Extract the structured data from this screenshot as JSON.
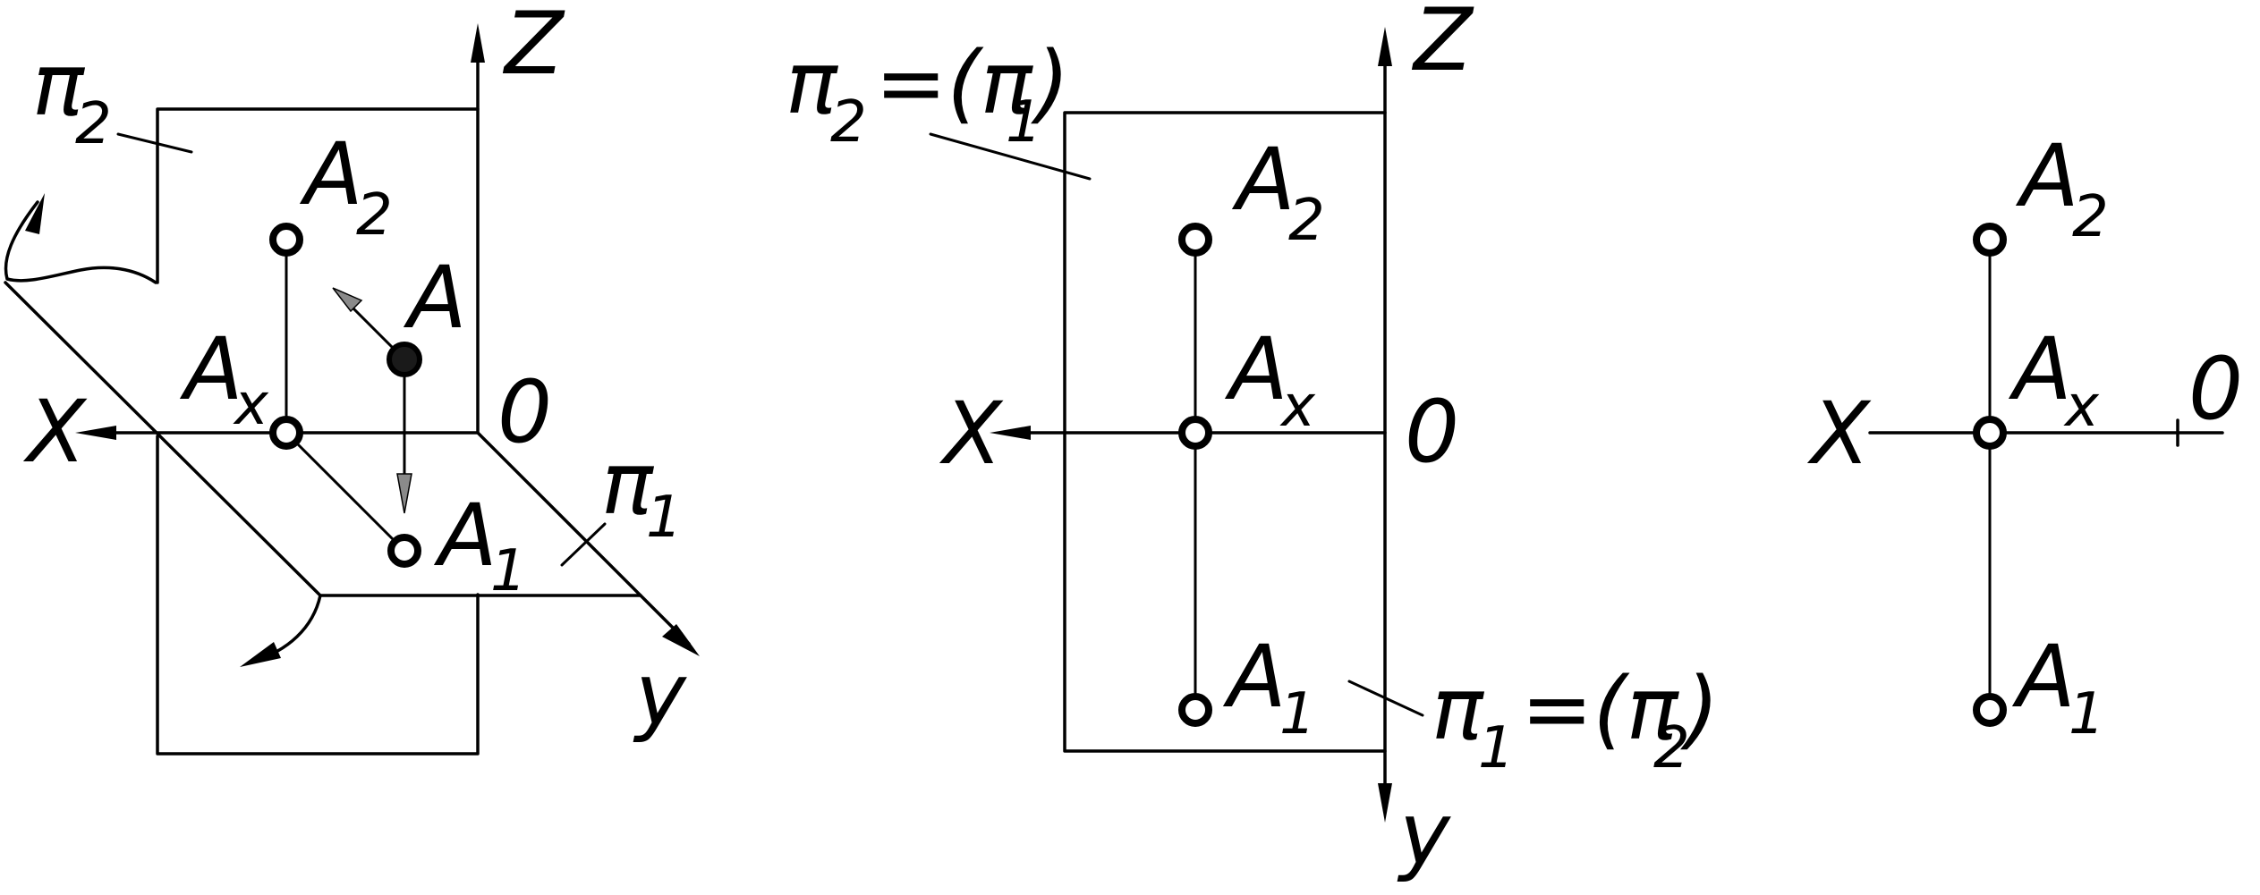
{
  "diagram": {
    "panels": [
      {
        "name": "spatial-model",
        "labels": {
          "p2_main": "π",
          "p2_sub": "2",
          "p1_main": "π",
          "p1_sub": "1",
          "z": "Z",
          "x": "X",
          "y": "y",
          "o": "0",
          "a": "A",
          "a2_main": "A",
          "a2_sub": "2",
          "a1_main": "A",
          "a1_sub": "1",
          "ax_main": "A",
          "ax_sub": "x"
        }
      },
      {
        "name": "unfolded-planes",
        "labels": {
          "p2_main": "π",
          "p2_sub": "2",
          "p2_eq": "=(π",
          "p2_eq_sub": "1",
          "p2_close": ")",
          "p1_main": "π",
          "p1_sub": "1",
          "p1_eq": "=(π",
          "p1_eq_sub": "2",
          "p1_close": ")",
          "z": "Z",
          "x": "X",
          "y": "y",
          "o": "0",
          "a2_main": "A",
          "a2_sub": "2",
          "a1_main": "A",
          "a1_sub": "1",
          "ax_main": "A",
          "ax_sub": "x"
        }
      },
      {
        "name": "epure",
        "labels": {
          "x": "X",
          "o": "0",
          "a2_main": "A",
          "a2_sub": "2",
          "a1_main": "A",
          "a1_sub": "1",
          "ax_main": "A",
          "ax_sub": "x"
        }
      }
    ]
  }
}
